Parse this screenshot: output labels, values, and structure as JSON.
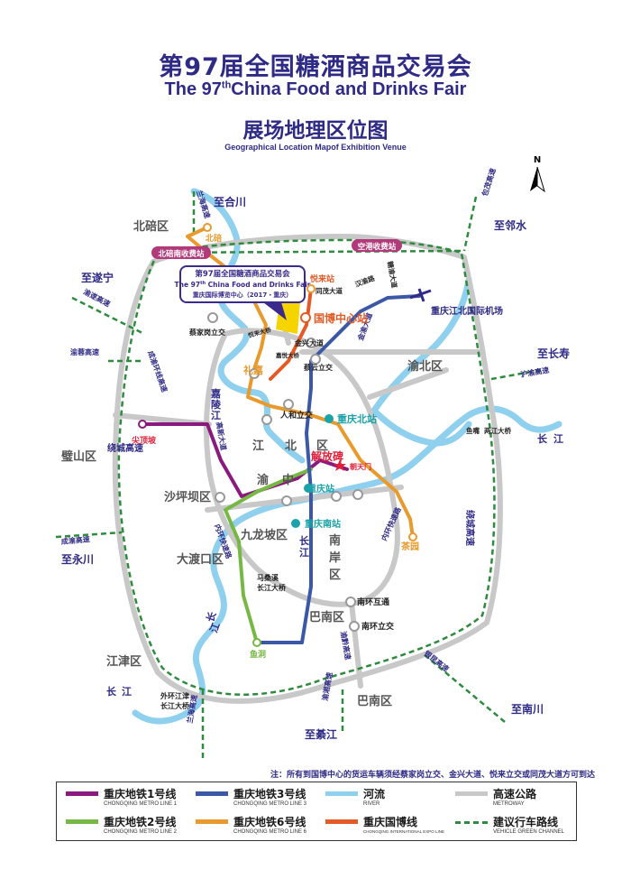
{
  "header": {
    "title_zh": "第97届全国糖酒商品交易会",
    "title_en_pre": "The 97",
    "title_en_sup": "th",
    "title_en_post": "China Food and Drinks Fair",
    "subtitle_zh": "展场地理区位图",
    "subtitle_en": "Geographical Location Mapof Exhibition Venue"
  },
  "compass": {
    "label": "N"
  },
  "callout": {
    "line1": "第97届全国糖酒商品交易会",
    "line2": "The 97",
    "line2_sup": "th",
    "line2_post": " China Food and Drinks Fair",
    "line3": "重庆国际博览中心（2017・重庆）"
  },
  "toll_gates": {
    "beibei_south": "北碚南收费站",
    "konggang": "空港收费站"
  },
  "districts": {
    "beibei": "北碚区",
    "yubei": "渝北区",
    "bishan": "璧山区",
    "shapingba": "沙坪坝区",
    "jiulongpo": "九龙坡区",
    "dadukou": "大渡口区",
    "jiangbei_1": "江",
    "jiangbei_2": "北",
    "jiangbei_3": "区",
    "yuzhong_1": "渝",
    "yuzhong_2": "中",
    "nanan_1": "南",
    "nanan_2": "岸",
    "nanan_3": "区",
    "banan_inner": "巴南区",
    "banan_outer": "巴南区",
    "jiangjin": "江津区"
  },
  "destinations": {
    "hechuan": "至合川",
    "linshui": "至邻水",
    "suining": "至遂宁",
    "changshou": "至长寿",
    "yongchuan": "至永川",
    "qijiang": "至綦江",
    "nanchuan": "至南川"
  },
  "highways": {
    "lanhai_top": "兰海高速",
    "baomao_top": "包茂高速",
    "yuxin": "渝遂高速",
    "yurong": "渝蓉高速",
    "hu_yu": "沪渝高速",
    "cheng_yu": "成渝高速",
    "lanhai_bottom": "兰海高速",
    "yu_xiang": "渝湘高速",
    "yinkun": "银昆高速",
    "yuqian": "渝黔高速",
    "ring_left": "绕城高速",
    "ring_right": "绕城高速",
    "chengyu_ring": "成渝环线高速",
    "inner_west": "内环快速路",
    "inner_east": "内环快速路",
    "jinyu": "金渝大道"
  },
  "stations": {
    "beibei": "北碚",
    "yuelai": "悦来站",
    "tongmao": "同茂大道",
    "hanyu": "汉渝路",
    "tanglai": "糖渝大道",
    "airport": "重庆江北国际机场",
    "guobo": "国博中心站",
    "caijia": "蔡家岗立交",
    "jinxing": "金兴大道",
    "yuelai_bridge": "悦来大桥",
    "jiayue": "嘉悦大桥",
    "caiyun": "蔡云立交",
    "lijia": "礼嘉",
    "renhe": "人和立交",
    "north_station": "重庆北站",
    "jianding": "尖顶坡",
    "jiefangbei": "解放碑",
    "chaotianmen": "朝天门",
    "chongqing_station": "重庆站",
    "south_station": "重庆南站",
    "chayuan": "茶园",
    "mazangxi": "马桑溪",
    "mazangxi_2": "长江大桥",
    "nanhuan_hutong": "南环互通",
    "nanhuan_lijiao": "南环立交",
    "yudong": "鱼洞",
    "outer_bridge_1": "外环江津",
    "outer_bridge_2": "长江大桥",
    "yuzui_1": "鱼嘴",
    "yuzui_2": "两江大桥",
    "jialing_1": "嘉",
    "jialing_2": "陵",
    "jialing_3": "江",
    "changjiang_1": "长",
    "changjiang_2": "江",
    "changjiang_mid_1": "长",
    "changjiang_mid_2": "江",
    "changjiang_left_1": "长",
    "changjiang_left_2": "江",
    "changjiang_right_1": "长",
    "changjiang_right_2": "江",
    "changjiang_sw_1": "长",
    "changjiang_sw_2": "江",
    "gaoxin": "高新大道"
  },
  "colors": {
    "line1": "#8b1a7e",
    "line2": "#76b843",
    "line3": "#3a58a6",
    "line6": "#e89a2c",
    "guobo_line": "#e45a26",
    "river": "#8fd0ee",
    "metroway": "#c8c8c8",
    "green": "#2e8b3e",
    "title": "#2e2a86",
    "toll": "#b23a7a"
  },
  "note": "注：所有到国博中心的货运车辆须经蔡家岗立交、金兴大道、悦来立交或同茂大道方可到达",
  "legend": [
    {
      "zh": "重庆地铁1号线",
      "en": "CHONGQING METRO LINE 1",
      "color": "#8b1a7e"
    },
    {
      "zh": "重庆地铁3号线",
      "en": "CHONGQING METRO LINE 3",
      "color": "#3a58a6"
    },
    {
      "zh": "河流",
      "en": "RIVER",
      "color": "#8fd0ee"
    },
    {
      "zh": "高速公路",
      "en": "METROWAY",
      "color": "#c8c8c8"
    },
    {
      "zh": "重庆地铁2号线",
      "en": "CHONGQING METRO LINE 2",
      "color": "#76b843"
    },
    {
      "zh": "重庆地铁6号线",
      "en": "CHONGQING METRO LINE 6",
      "color": "#e89a2c"
    },
    {
      "zh": "重庆国博线",
      "en": "CHONGQING INTERNATIONAL EXPO LINE",
      "color": "#e45a26"
    },
    {
      "zh": "建议行车路线",
      "en": "VEHICLE GREEN CHANNEL",
      "color": "#2e8b3e"
    }
  ]
}
